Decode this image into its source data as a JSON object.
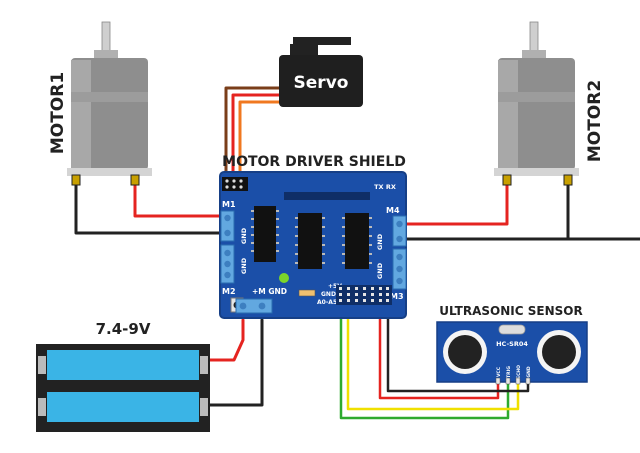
{
  "labels": {
    "servo": "Servo",
    "motor1": "MOTOR1",
    "motor2": "MOTOR2",
    "shield_title": "MOTOR DRIVER SHIELD",
    "ultrasonic_title": "ULTRASONIC SENSOR",
    "battery": "7.4-9V",
    "txrx": "TX RX",
    "m1": "M1",
    "m2": "M2",
    "m3": "M3",
    "m4": "M4",
    "gnd_a": "GND",
    "gnd_b": "GND",
    "gnd_c": "GND",
    "gnd_d": "GND",
    "pwr": "+M GND",
    "plus5v": "+5V",
    "gnd_hdr": "GND",
    "a0a5": "A0-A5",
    "sensor_model": "HC-SR04",
    "pin_vcc": "VCC",
    "pin_trig": "TRIG",
    "pin_echo": "ECHO",
    "pin_gnd": "GND"
  },
  "colors": {
    "board": "#1b4fa8",
    "board_edge": "#163f86",
    "terminal": "#62a8e0",
    "motor_body": "#8c8c8c",
    "battery": "#3ab4e6",
    "wire_red": "#e52420",
    "wire_black": "#222222",
    "wire_yellow": "#f0e000",
    "wire_green": "#2eaa2e",
    "wire_orange": "#f07820",
    "wire_brown": "#7a3e1a"
  }
}
